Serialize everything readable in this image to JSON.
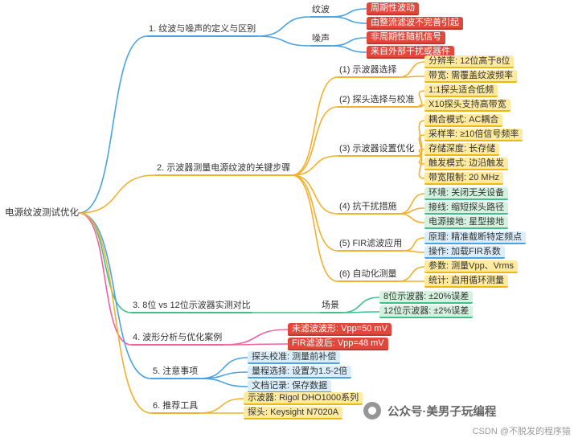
{
  "palette": {
    "background": "#ffffff",
    "text_dark": "#333333",
    "branch_blue": "#4ba3e3",
    "branch_orange": "#f2b02e",
    "branch_green": "#3ec08a",
    "branch_pink": "#f0619f",
    "node_red_bg": "#e2473b",
    "node_red_line": "#c0392e",
    "node_red_text": "#ffffff",
    "node_yellow_bg": "#ffeaa0",
    "node_yellow_line": "#efb810",
    "node_green_bg": "#d5f2e0",
    "node_green_line": "#3ec08a",
    "node_blue_bg": "#d9edfb",
    "node_blue_line": "#4ba3e3",
    "watermark_text": "#5a5a5a",
    "csdn_text": "#9b9b9b"
  },
  "nodes": {
    "root": "电源纹波测试优化",
    "b1": "1. 纹波与噪声的定义与区别",
    "b1_ripple": "纹波",
    "b1_noise": "噪声",
    "b1_r1": "周期性波动",
    "b1_r2": "由整流滤波不完善引起",
    "b1_n1": "非周期性随机信号",
    "b1_n2": "来自外部干扰或器件",
    "b2": "2. 示波器测量电源纹波的关键步骤",
    "b2_1": "(1) 示波器选择",
    "b2_1a": "分辨率: 12位高于8位",
    "b2_1b": "带宽: 需覆盖纹波频率",
    "b2_2": "(2) 探头选择与校准",
    "b2_2a": "1:1探头适合低频",
    "b2_2b": "X10探头支持高带宽",
    "b2_3": "(3) 示波器设置优化",
    "b2_3a": "耦合模式: AC耦合",
    "b2_3b": "采样率: ≥10倍信号频率",
    "b2_3c": "存储深度: 长存储",
    "b2_3d": "触发模式: 边沿触发",
    "b2_3e": "带宽限制: 20 MHz",
    "b2_4": "(4) 抗干扰措施",
    "b2_4a": "环境: 关闭无关设备",
    "b2_4b": "接线: 缩短探头路径",
    "b2_4c": "电源接地: 星型接地",
    "b2_5": "(5) FIR滤波应用",
    "b2_5a": "原理: 精准截断特定频点",
    "b2_5b": "操作: 加载FIR系数",
    "b2_6": "(6) 自动化测量",
    "b2_6a": "参数: 测量Vpp、Vrms",
    "b2_6b": "统计: 启用循环测量",
    "b3": "3. 8位 vs 12位示波器实测对比",
    "b3_scene": "场景",
    "b3_a": "8位示波器: ±20%误差",
    "b3_b": "12位示波器: ±2%误差",
    "b4": "4. 波形分析与优化案例",
    "b4_a": "未滤波波形: Vpp=50 mV",
    "b4_b": "FIR滤波后: Vpp=48 mV",
    "b5": "5. 注意事项",
    "b5_a": "探头校准: 测量前补偿",
    "b5_b": "量程选择: 设置为1.5-2倍",
    "b5_c": "文档记录: 保存数据",
    "b6": "6. 推荐工具",
    "b6_a": "示波器: Rigol DHO1000系列",
    "b6_b": "探头: Keysight N7020A"
  },
  "watermark": {
    "brand": "公众号·美男子玩编程",
    "csdn": "CSDN @不脱发的程序猿"
  }
}
